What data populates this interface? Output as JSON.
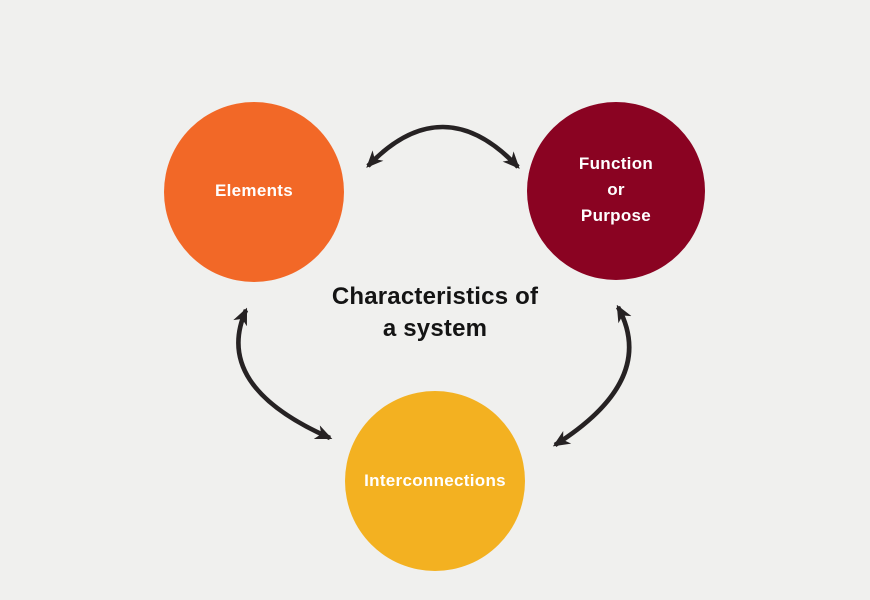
{
  "diagram": {
    "title": {
      "line1": "Characteristics of",
      "line2": "a system"
    },
    "nodes": [
      {
        "id": "elements",
        "label": "Elements",
        "color": "#F26827"
      },
      {
        "id": "function-or-purpose",
        "label_lines": [
          "Function",
          "or",
          "Purpose"
        ],
        "color": "#8A0322"
      },
      {
        "id": "interconnections",
        "label": "Interconnections",
        "color": "#F3B121"
      }
    ],
    "connections": [
      {
        "from": "elements",
        "to": "function-or-purpose",
        "style": "curved-double-arrow"
      },
      {
        "from": "elements",
        "to": "interconnections",
        "style": "curved-double-arrow"
      },
      {
        "from": "function-or-purpose",
        "to": "interconnections",
        "style": "curved-double-arrow"
      }
    ],
    "colors": {
      "background": "#F0F0EE",
      "arrow": "#262223",
      "node_text": "#FFFFFF",
      "title_text": "#141414"
    }
  }
}
